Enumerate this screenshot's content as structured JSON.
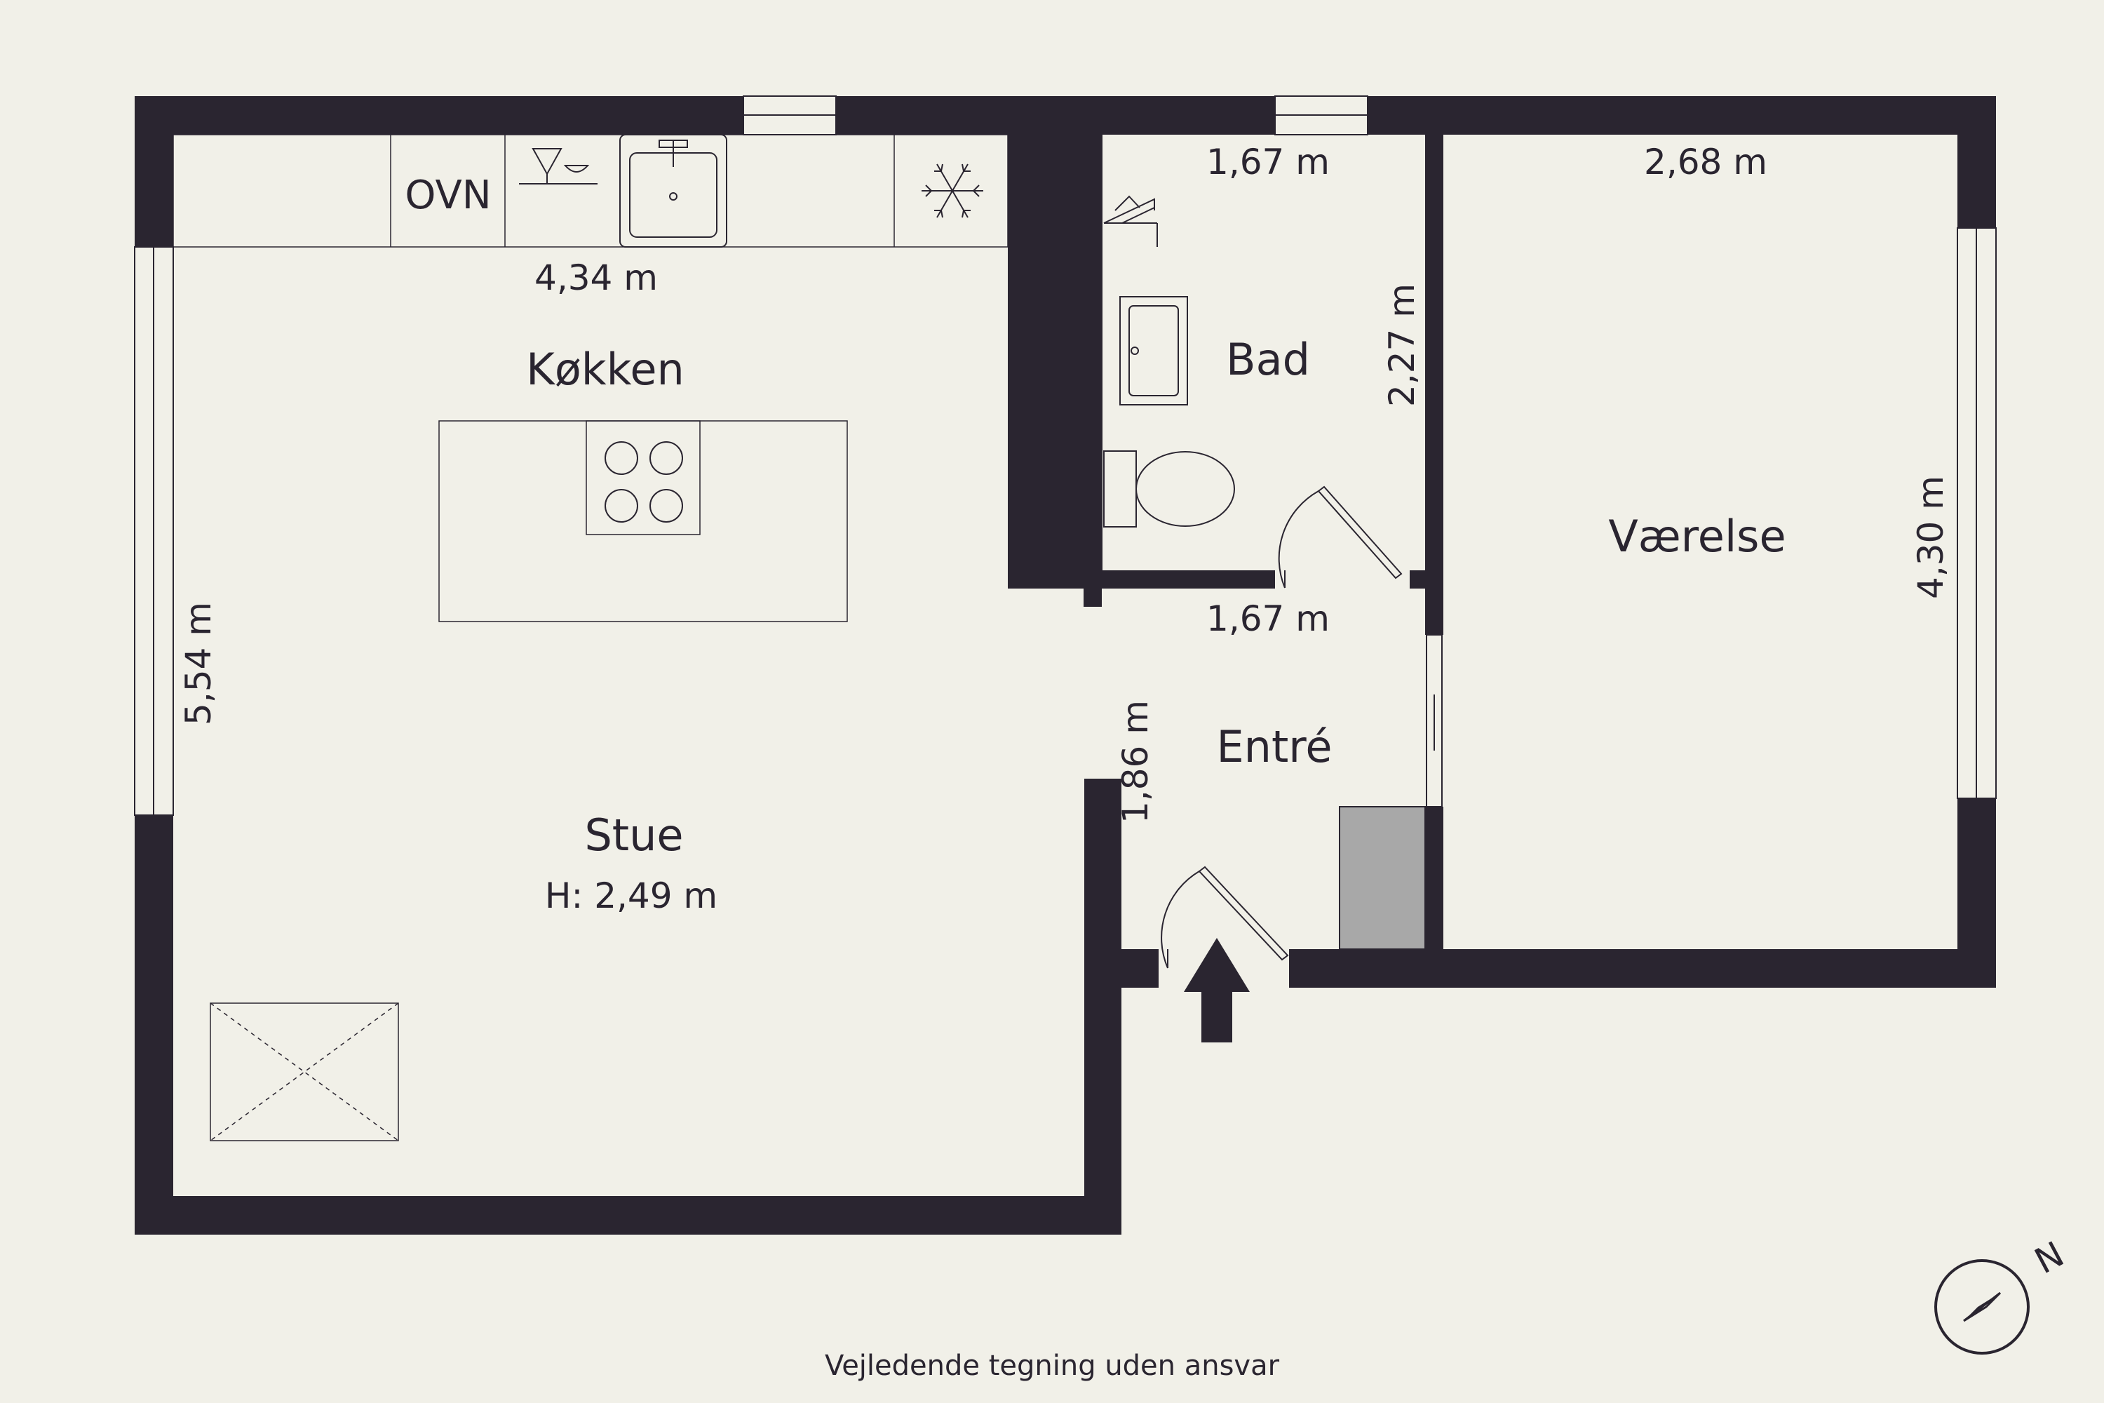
{
  "rooms": {
    "kitchen": "Køkken",
    "living": "Stue",
    "living_height": "H: 2,49 m",
    "bath": "Bad",
    "hall": "Entré",
    "bedroom": "Værelse"
  },
  "labels": {
    "oven": "OVN"
  },
  "dimensions": {
    "kitchen_width": "4,34 m",
    "living_depth": "5,54 m",
    "bath_width_top": "1,67 m",
    "bath_depth": "2,27 m",
    "hall_width": "1,67 m",
    "hall_depth": "1,86 m",
    "bedroom_width": "2,68 m",
    "bedroom_depth": "4,30 m"
  },
  "icons": {
    "compass": "compass-icon",
    "north_mark": "N",
    "entrance": "entrance-arrow-icon",
    "freezer": "snowflake-icon",
    "sink": "sink-icon",
    "cooktop": "cooktop-icon",
    "toilet": "toilet-icon",
    "shower": "shower-icon",
    "skylight": "skylight-icon"
  },
  "colors": {
    "background": "#f1f0e8",
    "wall": "#2a2530",
    "wardrobe": "#a8a8a8"
  },
  "footer": {
    "disclaimer": "Vejledende tegning uden ansvar"
  }
}
